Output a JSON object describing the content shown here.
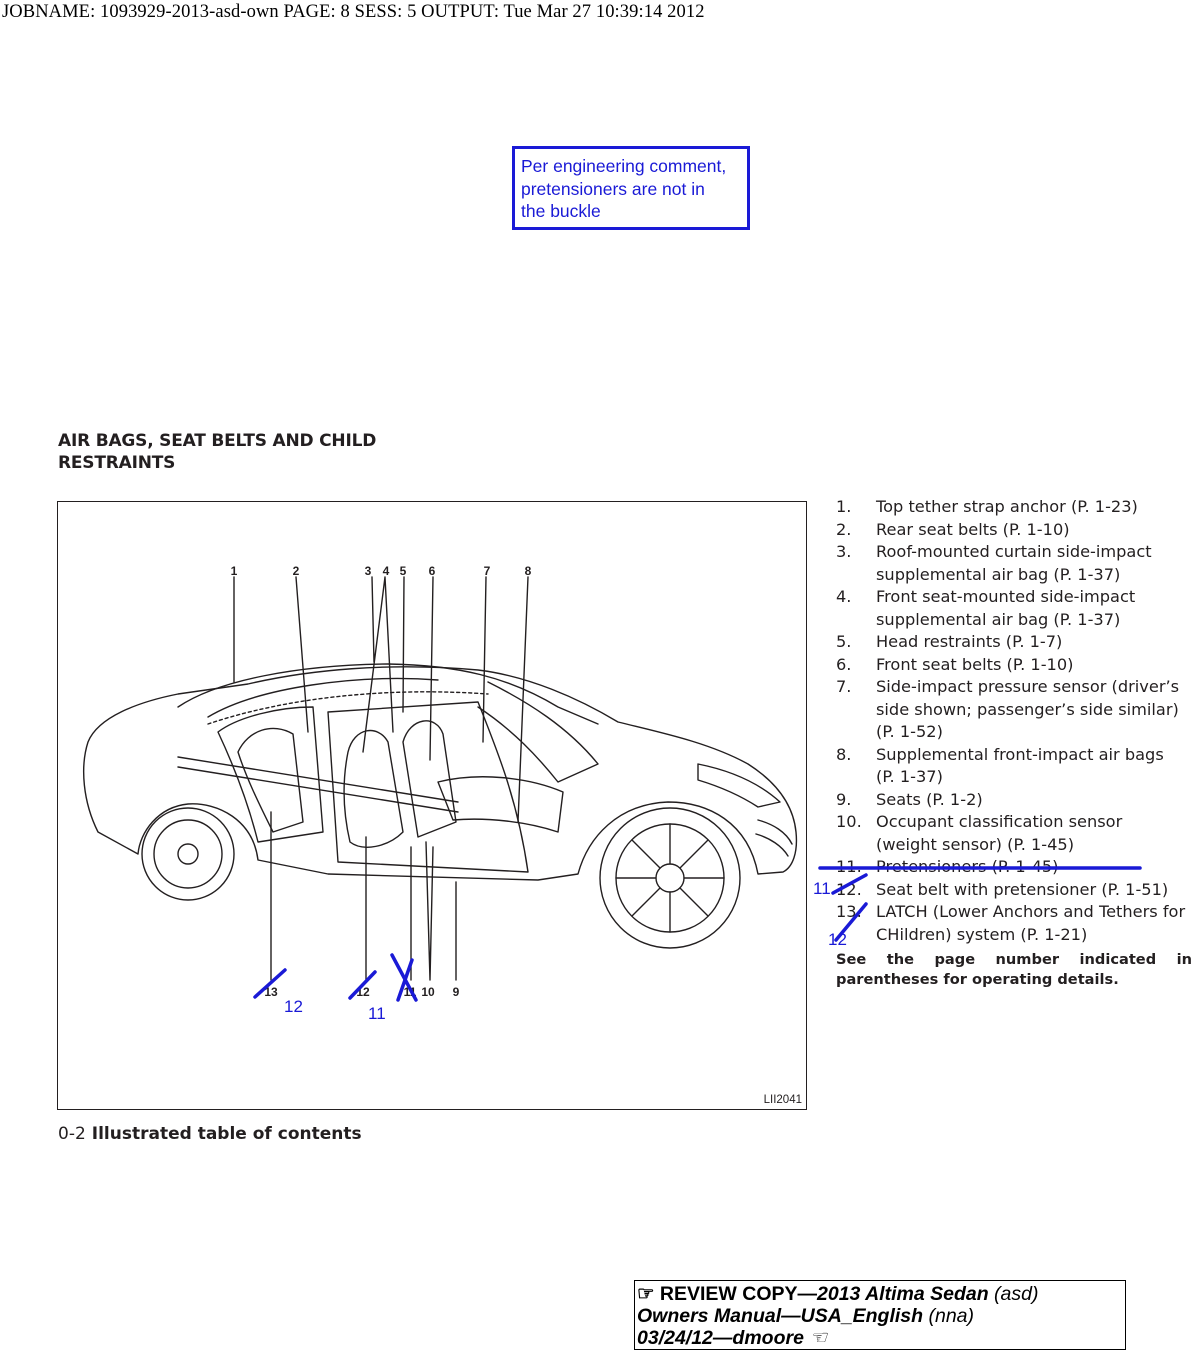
{
  "jobline": "JOBNAME: 1093929-2013-asd-own  PAGE: 8  SESS: 5  OUTPUT: Tue Mar 27 10:39:14 2012",
  "comment": {
    "lines": [
      "Per engineering comment,",
      "pretensioners are not in",
      "the buckle"
    ]
  },
  "section_title": {
    "line1": "AIR BAGS, SEAT BELTS AND CHILD",
    "line2": "RESTRAINTS"
  },
  "figure": {
    "code": "LII2041",
    "callouts": [
      "1",
      "2",
      "3",
      "4",
      "5",
      "6",
      "7",
      "8",
      "9",
      "10",
      "11",
      "12",
      "13"
    ],
    "markup_numbers": [
      "12",
      "11",
      "11",
      "12"
    ]
  },
  "items": [
    {
      "num": "1.",
      "lines": [
        "Top tether strap anchor (P. 1-23)"
      ]
    },
    {
      "num": "2.",
      "lines": [
        "Rear seat belts (P. 1-10)"
      ]
    },
    {
      "num": "3.",
      "lines": [
        "Roof-mounted curtain side-impact",
        "supplemental air bag (P. 1-37)"
      ]
    },
    {
      "num": "4.",
      "lines": [
        "Front seat-mounted side-impact",
        "supplemental air bag (P. 1-37)"
      ]
    },
    {
      "num": "5.",
      "lines": [
        "Head restraints (P. 1-7)"
      ]
    },
    {
      "num": "6.",
      "lines": [
        "Front seat belts (P. 1-10)"
      ]
    },
    {
      "num": "7.",
      "lines": [
        "Side-impact pressure sensor (driver’s",
        "side shown; passenger’s side similar)",
        "(P. 1-52)"
      ]
    },
    {
      "num": "8.",
      "lines": [
        "Supplemental front-impact air bags",
        "(P. 1-37)"
      ]
    },
    {
      "num": "9.",
      "lines": [
        "Seats (P. 1-2)"
      ]
    },
    {
      "num": "10.",
      "lines": [
        "Occupant classification sensor",
        "(weight sensor) (P. 1-45)"
      ]
    },
    {
      "num": "11.",
      "lines": [
        "Pretensioners (P. 1-45)"
      ]
    },
    {
      "num": "12.",
      "lines": [
        "Seat belt with pretensioner (P. 1-51)"
      ]
    },
    {
      "num": "13.",
      "lines": [
        "LATCH (Lower Anchors and Tethers for",
        "CHildren) system (P. 1-21)"
      ]
    }
  ],
  "note": "See the page number indicated in parentheses for operating details.",
  "footer": {
    "page": "0-2",
    "section": "Illustrated table of contents"
  },
  "review": {
    "line1_a": "☞ REVIEW COPY—",
    "line1_b": "2013 Altima Sedan",
    "line1_c": " (asd)",
    "line2_a": "Owners Manual—USA_English",
    "line2_b": " (nna)",
    "line3_a": "03/24/12—dmoore",
    "line3_b": " ☜"
  }
}
